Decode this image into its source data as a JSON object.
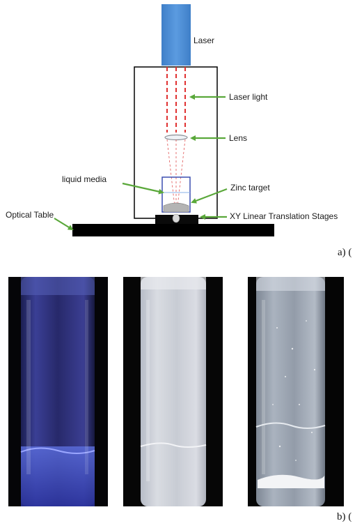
{
  "diagram": {
    "labels": {
      "laser": "Laser",
      "laser_light": "Laser light",
      "lens": "Lens",
      "liquid_media": "liquid media",
      "zinc_target": "Zinc target",
      "optical_table": "Optical Table",
      "xy_stages": "XY Linear Translation Stages"
    },
    "colors": {
      "laser_body": "#4d8fd6",
      "beam": "#e03030",
      "arrow": "#5aa83a",
      "frame": "#000000",
      "table": "#000000"
    }
  },
  "panels": {
    "a_label": "a) (",
    "b_label": "b) ("
  },
  "photos": [
    {
      "name": "vial-1",
      "icon": "dark-blue-vial"
    },
    {
      "name": "vial-2",
      "icon": "milky-white-vial"
    },
    {
      "name": "vial-3",
      "icon": "clear-vial-with-white-sediment"
    }
  ]
}
